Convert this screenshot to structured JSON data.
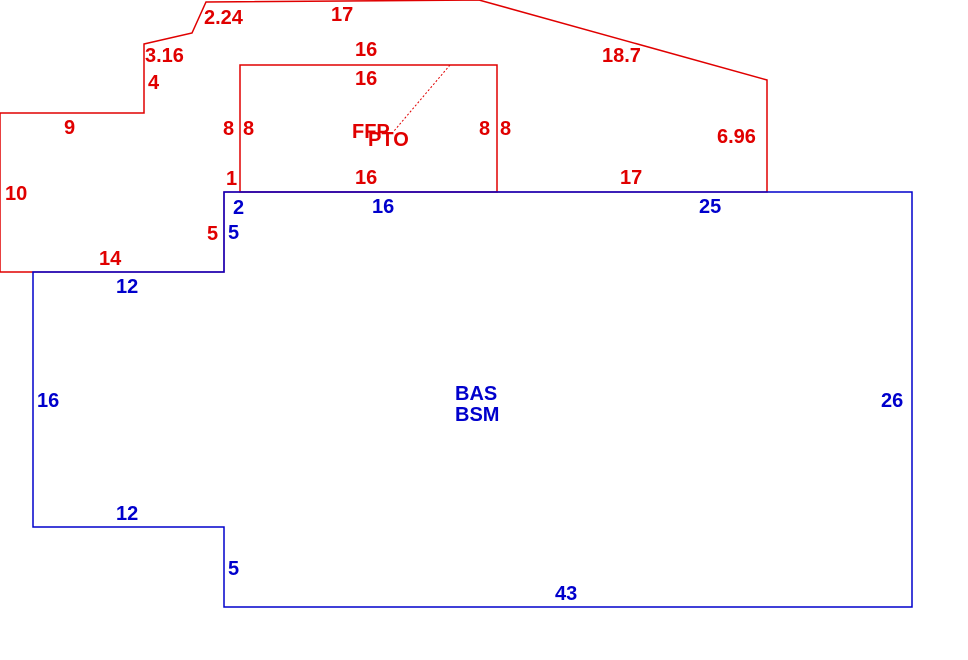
{
  "colors": {
    "upper": "#e00000",
    "lower": "#0000cc",
    "background": "#ffffff"
  },
  "areas": {
    "upper_label_1": "FFP",
    "upper_label_2": "PTO",
    "lower_label_1": "BAS",
    "lower_label_2": "BSM"
  },
  "dimensions": {
    "red": {
      "d_2_24": "2.24",
      "d_17_top": "17",
      "d_3_16": "3.16",
      "d_4": "4",
      "d_16_outer": "16",
      "d_16_inner": "16",
      "d_18_7": "18.7",
      "d_9": "9",
      "d_8_l1": "8",
      "d_8_l2": "8",
      "d_8_r1": "8",
      "d_8_r2": "8",
      "d_6_96": "6.96",
      "d_10": "10",
      "d_1": "1",
      "d_16_bottom": "16",
      "d_17_bottom": "17",
      "d_5": "5",
      "d_14": "14"
    },
    "blue": {
      "d_2": "2",
      "d_16_top": "16",
      "d_25": "25",
      "d_5_upper": "5",
      "d_12_upper": "12",
      "d_16_left": "16",
      "d_26": "26",
      "d_12_lower": "12",
      "d_5_lower": "5",
      "d_43": "43"
    }
  }
}
